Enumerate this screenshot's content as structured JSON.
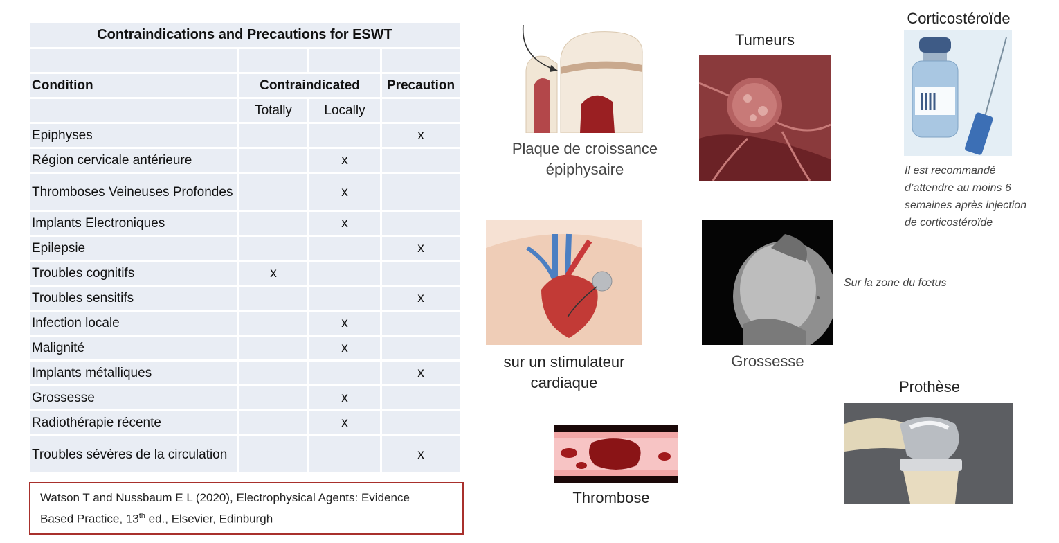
{
  "table": {
    "title": "Contraindications and Precautions for ESWT",
    "header": {
      "condition": "Condition",
      "contraindicated": "Contraindicated",
      "precaution": "Precaution",
      "totally": "Totally",
      "locally": "Locally"
    },
    "rows": [
      {
        "condition": "Epiphyses",
        "totally": "",
        "locally": "",
        "precaution": "x"
      },
      {
        "condition": "Région cervicale antérieure",
        "totally": "",
        "locally": "x",
        "precaution": ""
      },
      {
        "condition": "Thromboses Veineuses Profondes",
        "totally": "",
        "locally": "x",
        "precaution": ""
      },
      {
        "condition": "Implants Electroniques",
        "totally": "",
        "locally": "x",
        "precaution": ""
      },
      {
        "condition": "Epilepsie",
        "totally": "",
        "locally": "",
        "precaution": "x"
      },
      {
        "condition": "Troubles cognitifs",
        "totally": "x",
        "locally": "",
        "precaution": ""
      },
      {
        "condition": "Troubles sensitifs",
        "totally": "",
        "locally": "",
        "precaution": "x"
      },
      {
        "condition": "Infection locale",
        "totally": "",
        "locally": "x",
        "precaution": ""
      },
      {
        "condition": "Malignité",
        "totally": "",
        "locally": "x",
        "precaution": ""
      },
      {
        "condition": "Implants métalliques",
        "totally": "",
        "locally": "",
        "precaution": "x"
      },
      {
        "condition": "Grossesse",
        "totally": "",
        "locally": "x",
        "precaution": ""
      },
      {
        "condition": "Radiothérapie récente",
        "totally": "",
        "locally": "x",
        "precaution": ""
      },
      {
        "condition": "Troubles sévères de la circulation",
        "totally": "",
        "locally": "",
        "precaution": "x"
      }
    ]
  },
  "reference": {
    "line1": "Watson T and Nussbaum E L (2020), Electrophysical Agents: Evidence",
    "line2_pre": "Based Practice, 13",
    "line2_sup": "th",
    "line2_post": " ed., Elsevier, Edinburgh"
  },
  "captions": {
    "growth_plate_1": "Plaque de croissance",
    "growth_plate_2": "épiphysaire",
    "tumors": "Tumeurs",
    "corticosteroid": "Corticostéroïde",
    "corticosteroid_note": [
      "Il est recommandé",
      "d’attendre au moins 6",
      "semaines après injection",
      "de corticostéroïde"
    ],
    "pacemaker_1": "sur un stimulateur",
    "pacemaker_2": "cardiaque",
    "pregnancy": "Grossesse",
    "pregnancy_note": "Sur la zone du fœtus",
    "prosthesis": "Prothèse",
    "thrombosis": "Thrombose"
  }
}
